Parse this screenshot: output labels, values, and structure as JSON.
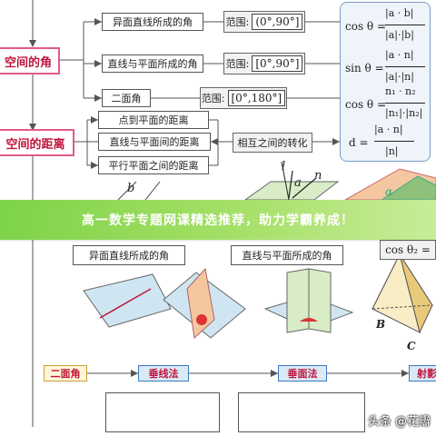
{
  "left_nodes": {
    "space_angle": "空间的角",
    "space_distance": "空间的距离"
  },
  "angle_types": [
    "异面直线所成的角",
    "直线与平面所成的角",
    "二面角"
  ],
  "range_label": "范围:",
  "ranges": [
    "(0°,90°]",
    "[0°,90°]",
    "[0°,180°]"
  ],
  "formulas": [
    {
      "left": "cos θ =",
      "num": "|a · b|",
      "den": "|a|·|b|"
    },
    {
      "left": "sin θ =",
      "num": "|a · n|",
      "den": "|a|·|n|"
    },
    {
      "left": "cos θ =",
      "num": "n₁ · n₂",
      "den": "|n₁|·|n₂|"
    },
    {
      "left": "d =",
      "num": "|a · n|",
      "den": "|n|"
    }
  ],
  "distance_types": [
    "点到平面的距离",
    "直线与平面间的距离",
    "平行平面之间的距离"
  ],
  "mutual_conversion": "相互之间的转化",
  "figure_letters": {
    "b": "b",
    "l": "l",
    "a_vec": "a",
    "n_vec": "n",
    "alpha": "α",
    "B": "B",
    "C": "C"
  },
  "figure_captions": [
    "异面直线所成的角",
    "直线与平面所成的角"
  ],
  "cos_theta2": "cos θ₂ =",
  "banner_text": "高一数学专题网课精选推荐，助力学霸养成！",
  "bottom_buttons": [
    "二面角",
    "垂线法",
    "垂面法",
    "射影"
  ],
  "watermark": "头条 @花瓣"
}
